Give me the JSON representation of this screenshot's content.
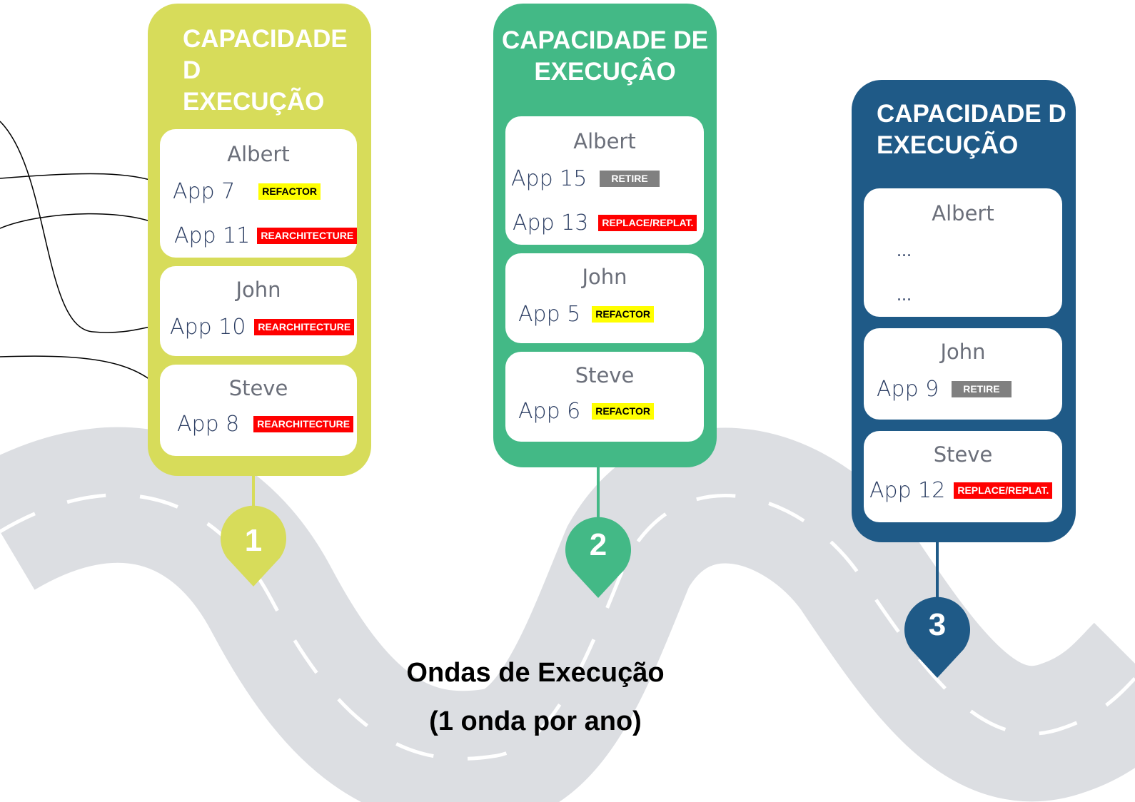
{
  "colors": {
    "wave1": "#d7dc5a",
    "wave2": "#43b986",
    "wave3": "#1f5a87",
    "road": "#dcdee2",
    "road_dash": "#ffffff"
  },
  "waves": [
    {
      "title": "CAPACIDADE D\nEXECUÇÃO",
      "number": "1",
      "people": [
        {
          "name": "Albert",
          "apps": [
            {
              "name": "App 7",
              "tag": "REFACTOR"
            },
            {
              "name": "App 11",
              "tag": "REARCHITECTURE"
            }
          ]
        },
        {
          "name": "John",
          "apps": [
            {
              "name": "App 10",
              "tag": "REARCHITECTURE"
            }
          ]
        },
        {
          "name": "Steve",
          "apps": [
            {
              "name": "App 8",
              "tag": "REARCHITECTURE"
            }
          ]
        }
      ]
    },
    {
      "title": "CAPACIDADE DE\nEXECUÇÂO",
      "number": "2",
      "people": [
        {
          "name": "Albert",
          "apps": [
            {
              "name": "App 15",
              "tag": "RETIRE"
            },
            {
              "name": "App 13",
              "tag": "REPLACE/REPLAT."
            }
          ]
        },
        {
          "name": "John",
          "apps": [
            {
              "name": "App 5",
              "tag": "REFACTOR"
            }
          ]
        },
        {
          "name": "Steve",
          "apps": [
            {
              "name": "App 6",
              "tag": "REFACTOR"
            }
          ]
        }
      ]
    },
    {
      "title": "CAPACIDADE D\nEXECUÇÃO",
      "number": "3",
      "people": [
        {
          "name": "Albert",
          "items": [
            "...",
            "..."
          ]
        },
        {
          "name": "John",
          "apps": [
            {
              "name": "App 9",
              "tag": "RETIRE"
            }
          ]
        },
        {
          "name": "Steve",
          "apps": [
            {
              "name": "App 12",
              "tag": "REPLACE/REPLAT."
            }
          ]
        }
      ]
    }
  ],
  "caption": {
    "line1": "Ondas de Execução",
    "line2": "(1 onda por ano)"
  }
}
